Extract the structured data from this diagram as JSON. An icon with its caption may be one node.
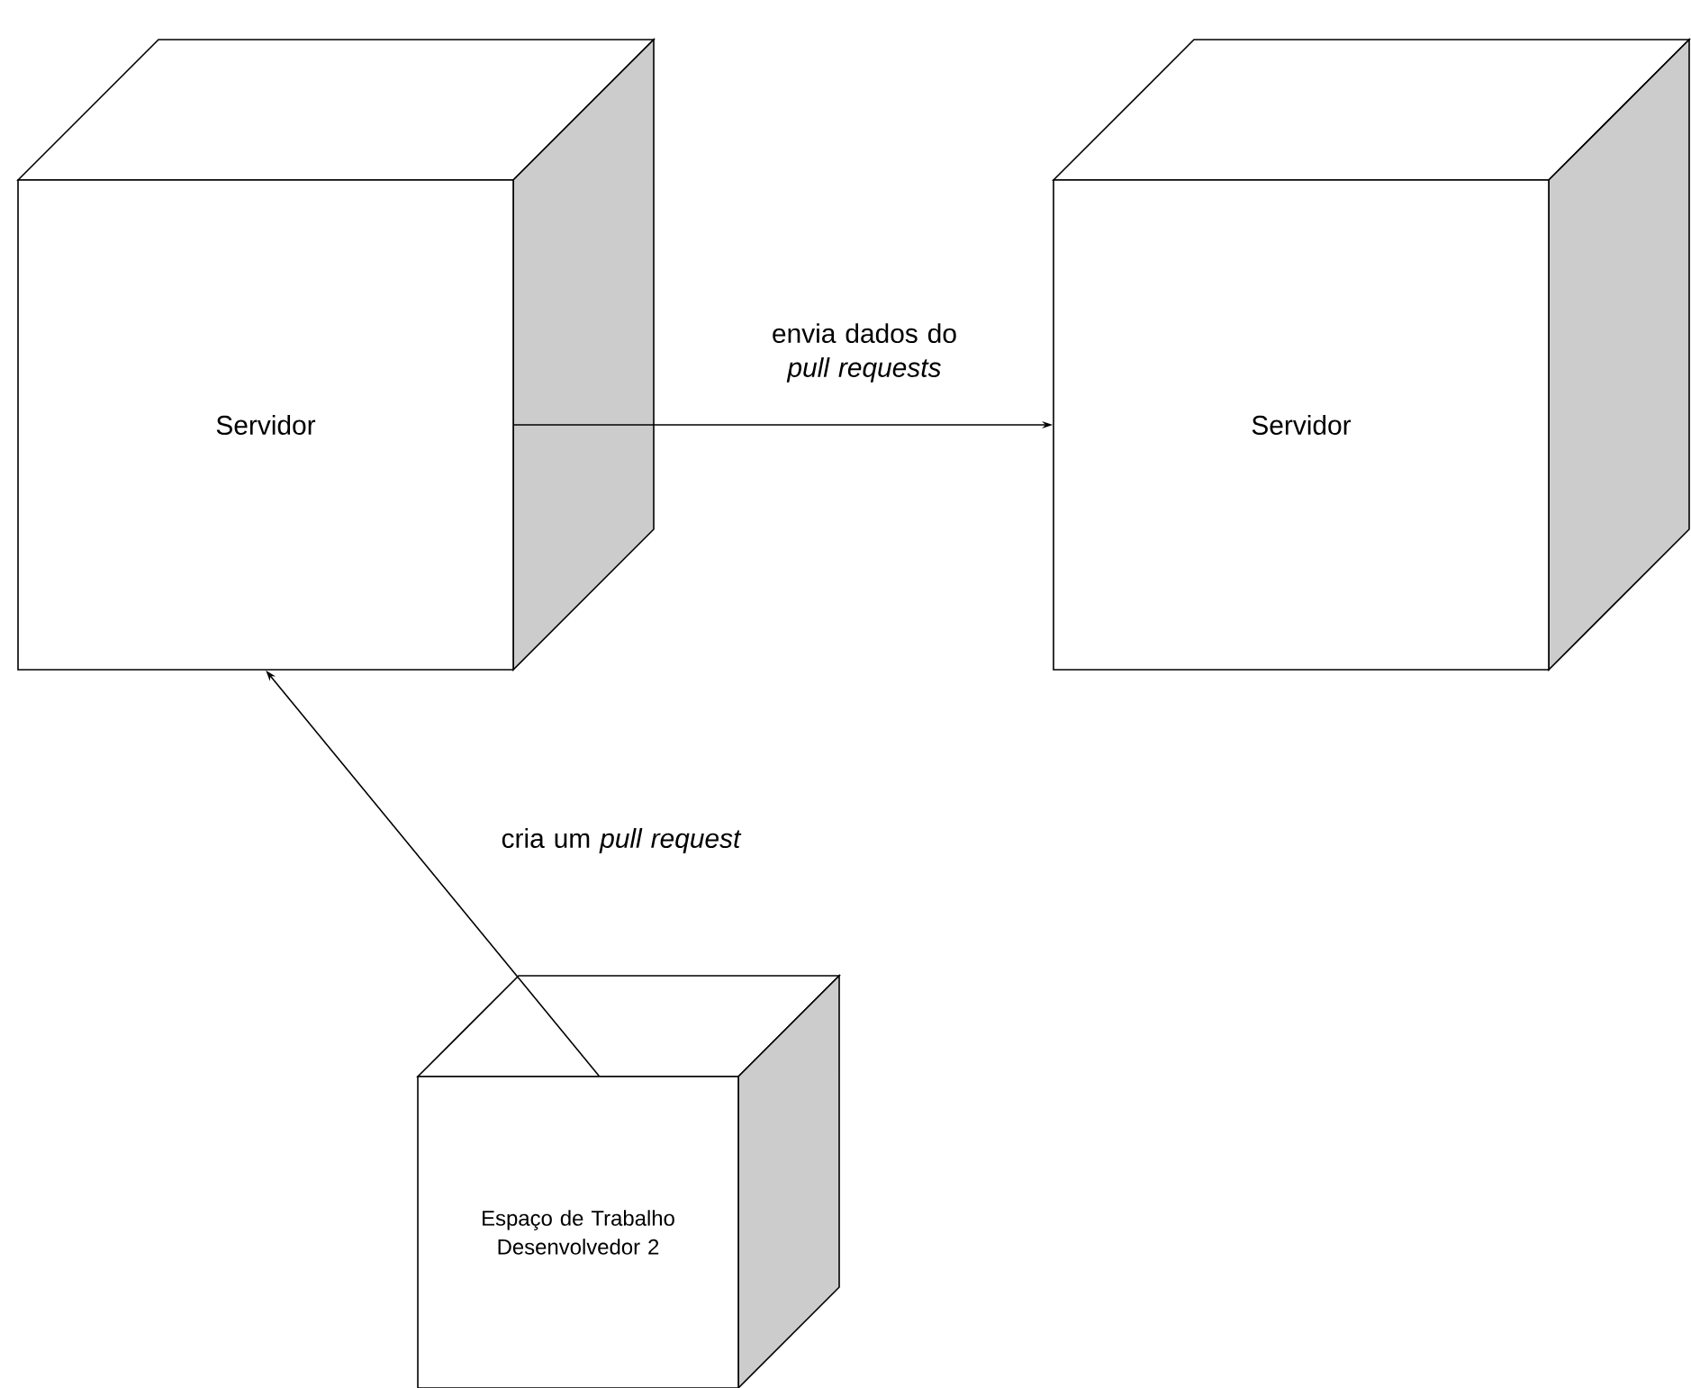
{
  "diagram": {
    "nodes": [
      {
        "text": [
          "Servidor"
        ]
      },
      {
        "text": [
          "Servidor"
        ]
      },
      {
        "text": [
          "Espaço de Trabalho Desenvolvedor 2"
        ]
      }
    ],
    "edges": [
      {
        "from": 0,
        "to": 1,
        "arrow": "to",
        "label": "envia dados do *pull requests*"
      },
      {
        "from": 2,
        "to": 0,
        "arrow": "to",
        "label": "cria um *pull request*"
      }
    ]
  }
}
